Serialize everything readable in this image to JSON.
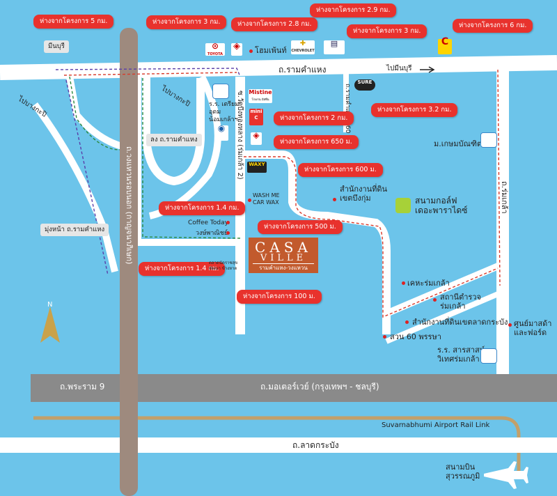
{
  "roads": {
    "ramkhamhaeng": "ถ.รามคำแหง",
    "to_minburi_right": "ไปมีนบุรี",
    "minburi_left": "มีนบุรี",
    "to_bang_kapi_left": "ไปบางกะปิ",
    "to_bang_kapi_mid": "ไปบางกะปิ",
    "kanchanaphisek": "ถ.วงแหวนรอบนอก (กาญจนาภิเษก)",
    "rom_klao": "ถ.ร่มเกล้า",
    "ramkhamhaeng_160": "ถ.รามคำแหง 160",
    "soi_wat_bueng": "ซ.วัดบึงทองหลาง (ร่มเกล้า 2)",
    "down_ramkhamhaeng": "ลง ถ.รามคำแหง",
    "to_ramkhamhaeng": "มุ่งหน้า ถ.รามคำแหง",
    "rama9": "ถ.พระราม 9",
    "motorway": "ถ.มอเตอร์เวย์ (กรุงเทพฯ - ชลบุรี)",
    "airport_rail": "Suvarnabhumi Airport Rail Link",
    "lat_krabang": "ถ.ลาดกระบัง"
  },
  "callouts": [
    "ห่างจากโครงการ 5 กม.",
    "ห่างจากโครงการ 3 กม.",
    "ห่างจากโครงการ 2.8 กม.",
    "ห่างจากโครงการ 2.9 กม.",
    "ห่างจากโครงการ 3 กม.",
    "ห่างจากโครงการ 6 กม.",
    "ห่างจากโครงการ 3.2 กม.",
    "ห่างจากโครงการ 2 กม.",
    "ห่างจากโครงการ 650 ม.",
    "ห่างจากโครงการ 600 ม.",
    "ห่างจากโครงการ 1.4 กม.",
    "ห่างจากโครงการ 500 ม.",
    "ห่างจากโครงการ 1.4 กม.",
    "ห่างจากโครงการ 100 ม."
  ],
  "places": {
    "home_pro": "โฮมเพ้นท์",
    "school_triam": "ร.ร. เตรียม\nอุดม\nน้อมเกล้าฯ",
    "land_office_bueng_kum": "สำนักงานที่ดิน\nเขตบึงกุ่ม",
    "golf": "สนามกอล์ฟ\nเดอะพาราไดซ์",
    "kasem_bundit": "ม.เกษมบัณฑิต",
    "wash_me": "WASH ME\nCAR WAX",
    "coffee_today": "Coffee Today",
    "wong_panich": "วงษ์พาณิชย์",
    "market": "ตลาดนัดราชสุข\nพัฒนา ข้างหาด",
    "khet_rom_klao": "เคหะร่มเกล้า",
    "police_rom_klao": "สถานีตำรวจ\nร่มเกล้า",
    "land_office_lat_krabang": "สำนักงานที่ดินเขตลาดกระบัง",
    "suan_60": "สวน 60 พรรษา",
    "school_sarasas": "ร.ร. สารสาสน์\nวิเทศร่มเกล้า",
    "rom_klao_center": "ศูนย์มาสด้า\nและฟอร์ด",
    "airport": "สนามบิน\nสุวรรณภูมิ"
  },
  "logos": {
    "toyota": "TOYOTA",
    "chevrolet": "CHEVROLET",
    "mistine": "Mistine",
    "mistine_sub": "โรงงาน มิสทีน",
    "mini_c": "mini C",
    "waxy": "WAXY",
    "sure": "SURE"
  },
  "project": {
    "name_top": "CASA",
    "name_bottom": "VILLE",
    "subtitle": "รามคำแหง-วงแหวน"
  },
  "colors": {
    "background": "#6cc4ea",
    "road": "#ffffff",
    "expressway": "#9e8a7e",
    "motorway": "#8a8a8a",
    "rail": "#c2a06a",
    "callout": "#e8322d",
    "project": "#c25a2d"
  }
}
